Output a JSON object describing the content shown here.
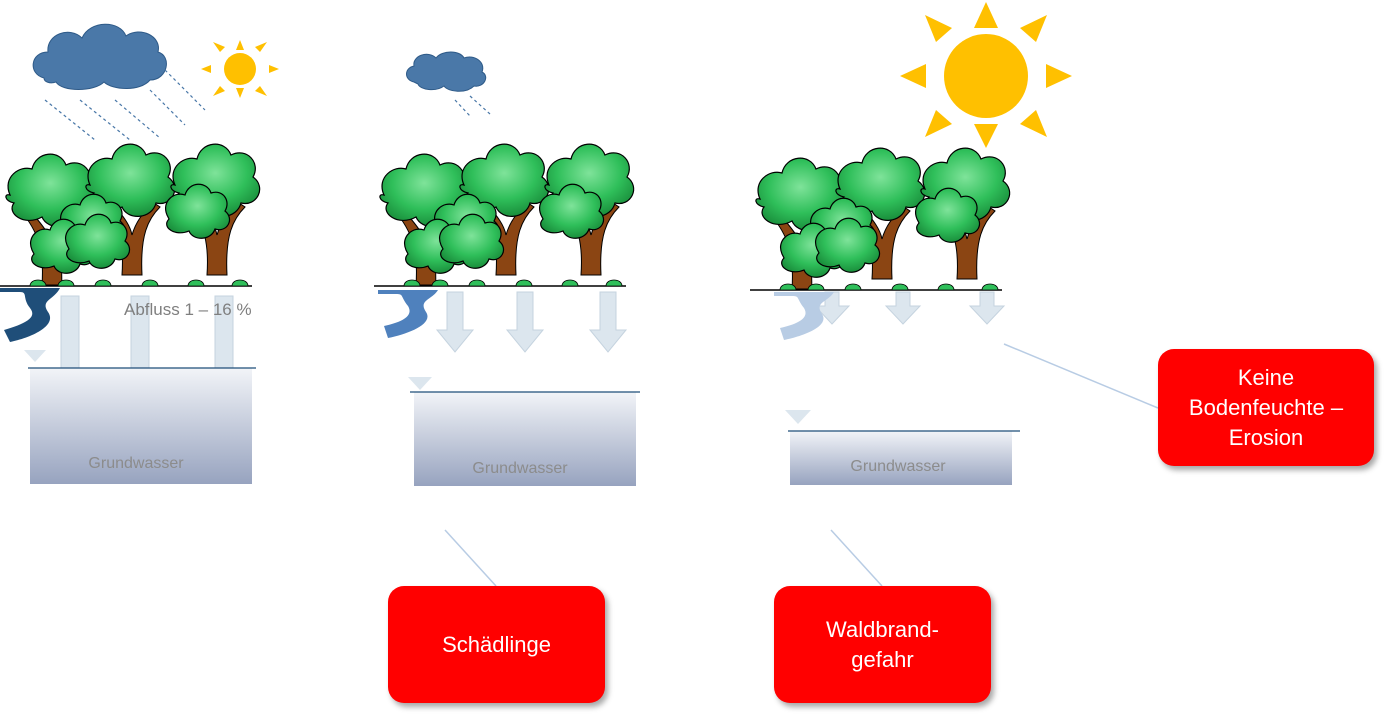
{
  "panels": [
    {
      "id": "wet",
      "runoff_label": "Abfluss 1 – 16 %",
      "groundwater_label": "Grundwasser"
    },
    {
      "id": "medium",
      "groundwater_label": "Grundwasser"
    },
    {
      "id": "dry",
      "groundwater_label": "Grundwasser"
    }
  ],
  "callouts": {
    "pests": "Schädlinge",
    "fire": "Waldbrand-\ngefahr",
    "erosion": "Keine\nBodenfeuchte –\nErosion"
  },
  "colors": {
    "cloud": "#4a78a8",
    "sun": "#ffc000",
    "tree_leaf": "#2fbf5a",
    "trunk": "#8b4513",
    "river_wet": "#1f4e79",
    "river_medium": "#4f81bd",
    "river_dry": "#b8cce4",
    "callout": "#ff0000"
  },
  "icons": [
    "cloud-icon",
    "sun-icon",
    "tree-icon",
    "river-icon",
    "arrow-down-icon"
  ]
}
